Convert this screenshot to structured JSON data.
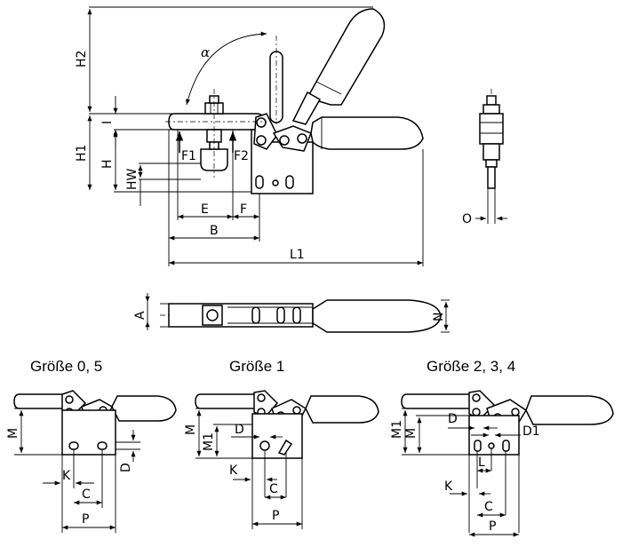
{
  "main_view": {
    "labels": {
      "alpha": "α",
      "H2": "H2",
      "H1": "H1",
      "H": "H",
      "HW": "HW",
      "I": "I",
      "F1": "F1",
      "F2": "F2",
      "E": "E",
      "F": "F",
      "B": "B",
      "L1": "L1"
    }
  },
  "side_view": {
    "labels": {
      "O": "O"
    }
  },
  "top_view": {
    "labels": {
      "A": "A",
      "N": "N"
    }
  },
  "size_variants": [
    {
      "title": "Größe 0, 5",
      "labels": {
        "M": "M",
        "K": "K",
        "C": "C",
        "P": "P",
        "D": "D"
      }
    },
    {
      "title": "Größe 1",
      "labels": {
        "M": "M",
        "M1": "M1",
        "D": "D",
        "K": "K",
        "C": "C",
        "P": "P"
      }
    },
    {
      "title": "Größe 2, 3, 4",
      "labels": {
        "M1": "M1",
        "M": "M",
        "D": "D",
        "D1": "D1",
        "L": "L",
        "K": "K",
        "C": "C",
        "P": "P"
      }
    }
  ]
}
